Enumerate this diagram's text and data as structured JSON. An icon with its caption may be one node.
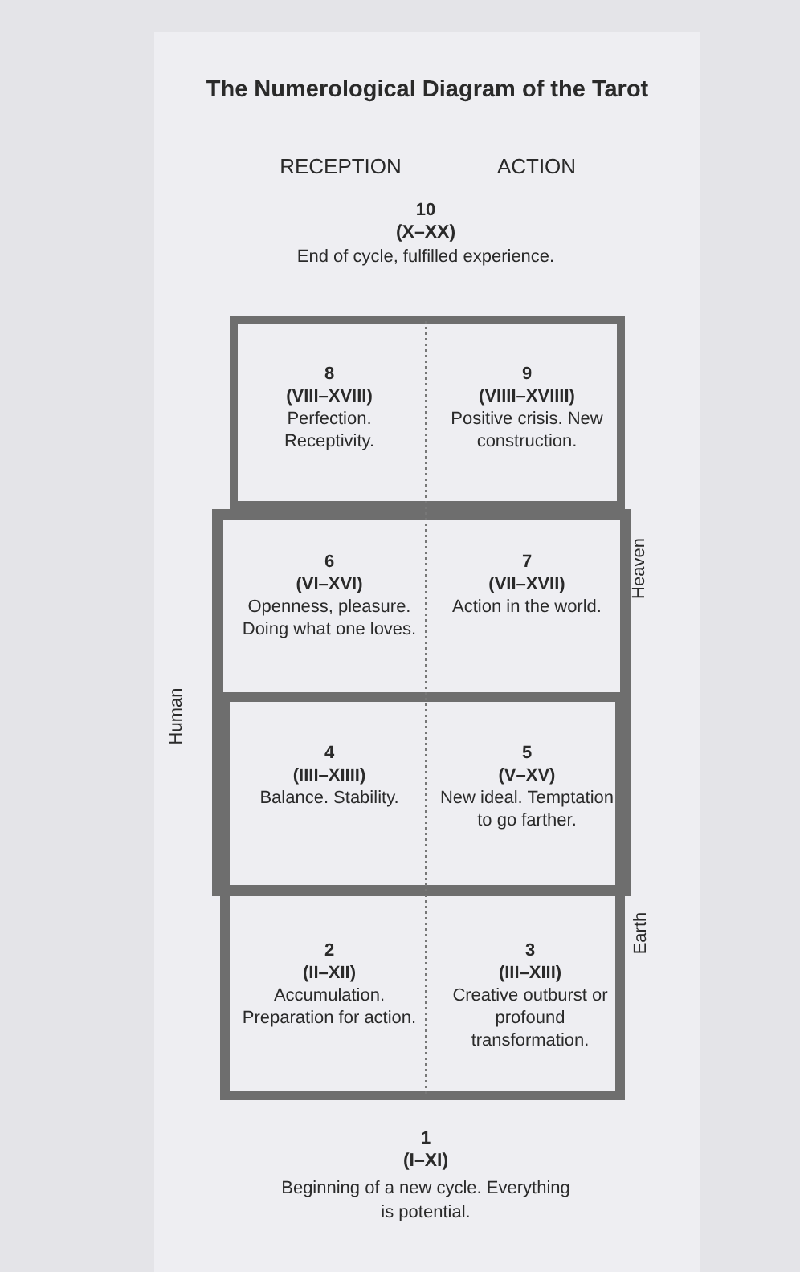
{
  "diagram": {
    "title": "The Numerological Diagram of the Tarot",
    "nodes": [
      {
        "text": [
          "Heaven"
        ]
      },
      {
        "text": [
          "Human"
        ]
      },
      {
        "text": [
          "Earth"
        ]
      },
      {
        "text": [
          "8",
          "(VIII–XVIII)",
          "Perfection. Receptivity."
        ],
        "in": 0
      },
      {
        "text": [
          "9",
          "(VIIII–XVIIII)",
          "Positive crisis. New construction."
        ],
        "in": 0
      },
      {
        "text": [
          "6",
          "(VI–XVI)",
          "Openness, pleasure. Doing what one loves."
        ],
        "in": 1
      },
      {
        "text": [
          "7",
          "(VII–XVII)",
          "Action in the world."
        ],
        "in": 1
      },
      {
        "text": [
          "4",
          "(IIII–XIIII)",
          "Balance. Stability."
        ]
      },
      {
        "text": [
          "5",
          "(V–XV)",
          "New ideal. Temptation to go farther."
        ]
      },
      {
        "text": [
          "2",
          "(II–XII)",
          "Accumulation. Preparation for action."
        ],
        "in": 2
      },
      {
        "text": [
          "3",
          "(III–XIII)",
          "Creative outburst or profound transformation."
        ],
        "in": 2
      }
    ],
    "labels": [
      "RECEPTION",
      "ACTION",
      "10",
      "(X–XX)",
      "End of cycle, fulfilled experience.",
      "1",
      "(I–XI)",
      "Beginning of a new cycle. Everything is potential."
    ]
  }
}
